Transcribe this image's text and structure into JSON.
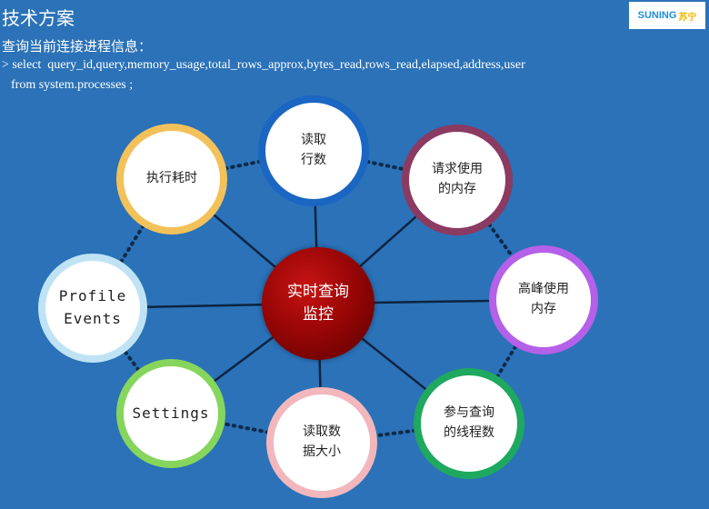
{
  "header": {
    "title": "技术方案",
    "logo_text": "SUNING",
    "logo_cn": "苏宁"
  },
  "intro": {
    "label": "查询当前连接进程信息：",
    "sql_line1": "> select  query_id,query,memory_usage,total_rows_approx,bytes_read,rows_read,elapsed,address,user",
    "sql_line2": "from system.processes ;"
  },
  "diagram": {
    "center": {
      "line1": "实时查询",
      "line2": "监控"
    },
    "nodes": [
      {
        "line1": "读取",
        "line2": "行数",
        "color": "#1a66c2"
      },
      {
        "line1": "请求使用",
        "line2": "的内存",
        "color": "#8b3a62"
      },
      {
        "line1": "高峰使用",
        "line2": "内存",
        "color": "#b560e8"
      },
      {
        "line1": "参与查询",
        "line2": "的线程数",
        "color": "#1fa85f"
      },
      {
        "line1": "读取数",
        "line2": "据大小",
        "color": "#f2b7bd"
      },
      {
        "line1": "Settings",
        "line2": "",
        "color": "#86d55c"
      },
      {
        "line1": "Profile",
        "line2": "Events",
        "color": "#bfe3f4"
      },
      {
        "line1": "执行耗时",
        "line2": "",
        "color": "#f3c15a"
      }
    ]
  }
}
